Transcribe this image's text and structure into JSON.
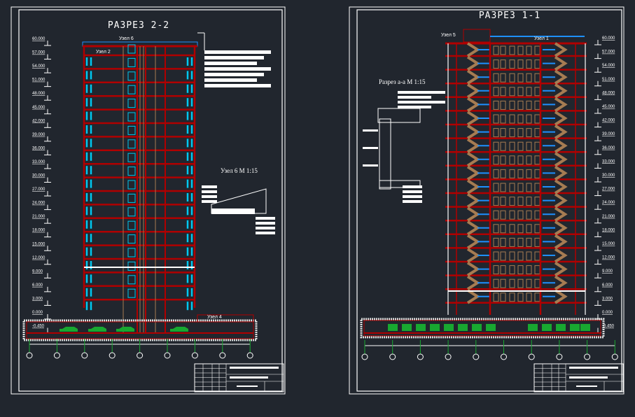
{
  "left_sheet": {
    "title": "РАЗРЕЗ 2-2",
    "callouts": [
      "Узел 6",
      "Узел 2",
      "Узел 4"
    ],
    "detail_title": "Узел 6  М 1:15",
    "levels": [
      "60.000",
      "57.000",
      "54.000",
      "51.000",
      "48.000",
      "45.000",
      "42.000",
      "39.000",
      "36.000",
      "33.000",
      "30.000",
      "27.000",
      "24.000",
      "21.000",
      "18.000",
      "15.000",
      "12.000",
      "9.000",
      "6.000",
      "3.000",
      "0.000",
      "-0.450"
    ],
    "axes_count": 9,
    "cars_count": 4
  },
  "right_sheet": {
    "title": "РАЗРЕЗ 1-1",
    "callouts": [
      "Узел 5",
      "Узел 1"
    ],
    "detail_title": "Разрез а-а  М 1:15",
    "levels": [
      "60.000",
      "57.000",
      "54.000",
      "51.000",
      "48.000",
      "45.000",
      "42.000",
      "39.000",
      "36.000",
      "33.000",
      "30.000",
      "27.000",
      "24.000",
      "21.000",
      "18.000",
      "15.000",
      "12.000",
      "9.000",
      "6.000",
      "3.000",
      "0.000",
      "-0.450"
    ],
    "axes_count": 10,
    "cars_count": 13
  },
  "colors": {
    "background": "#21262e",
    "line": "#ffffff",
    "structure": "#b00000",
    "glazing": "#1e90ff",
    "window_frame": "#00c8f0",
    "stairs": "#a67c52",
    "cars": "#18a830"
  }
}
